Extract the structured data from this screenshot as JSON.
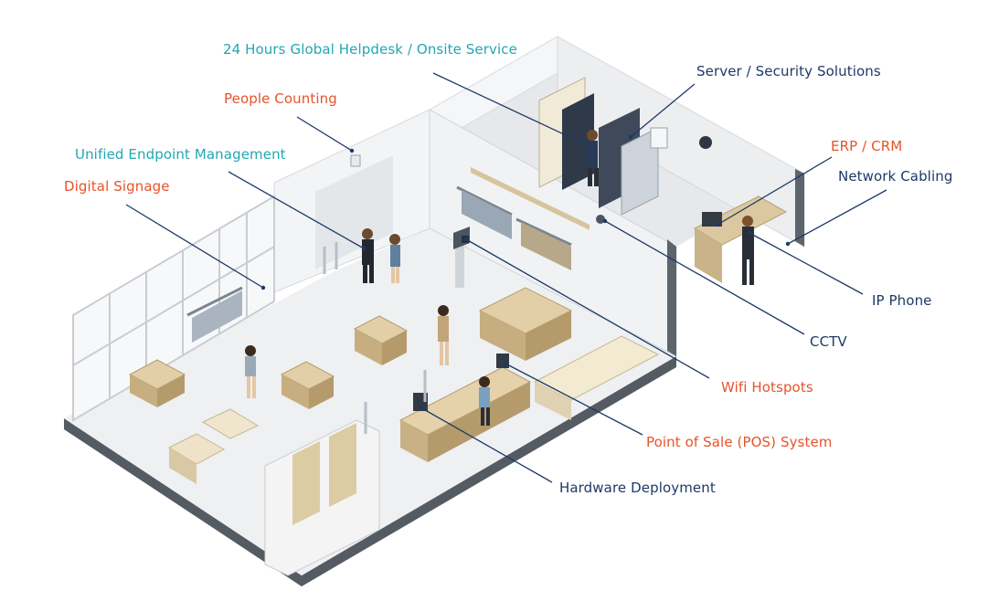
{
  "diagram": {
    "labels": {
      "helpdesk": "24 Hours Global Helpdesk / Onsite Service",
      "people_counting": "People Counting",
      "endpoint": "Unified Endpoint Management",
      "signage": "Digital Signage",
      "server": "Server / Security Solutions",
      "erp": "ERP / CRM",
      "network": "Network Cabling",
      "ipphone": "IP Phone",
      "cctv": "CCTV",
      "wifi": "Wifi Hotspots",
      "pos": "Point of Sale (POS) System",
      "hardware": "Hardware Deployment"
    },
    "colors": {
      "teal": "#22a7b3",
      "orange": "#e8532a",
      "navy": "#1d3a66",
      "leader": "#1d3a66"
    }
  }
}
